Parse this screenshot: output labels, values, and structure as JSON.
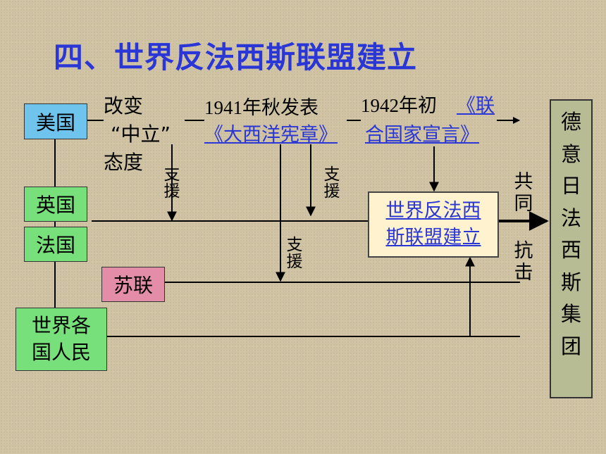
{
  "title": "四、世界反法西斯联盟建立",
  "nodes": {
    "usa": "美国",
    "uk": "英国",
    "france": "法国",
    "ussr": "苏联",
    "peoples_line1": "世界各",
    "peoples_line2": "国人民",
    "result_line1": "世界反法西",
    "result_line2": "斯联盟建立",
    "fascist_bloc": "德意日法西斯集团"
  },
  "annotations": {
    "change_line1": "改变",
    "change_line2": "“中立”",
    "change_line3": "态度",
    "autumn_1941": "1941年秋发表",
    "atlantic_charter": "《大西洋宪章》",
    "early_1942": "1942年初",
    "declaration_part1": "《联",
    "declaration_part2": "合国家宣言》",
    "support_1": "支援",
    "support_2": "支援",
    "support_3": "支援",
    "joint_1": "共同",
    "joint_2": "抗击"
  },
  "colors": {
    "title": "#2a36d6",
    "link": "#2a36d6",
    "usa_box": "#6fc4ee",
    "green_box": "#77e07a",
    "ussr_box": "#e48da8",
    "result_box": "#fff3cf",
    "side_column": "#b8bc94"
  }
}
